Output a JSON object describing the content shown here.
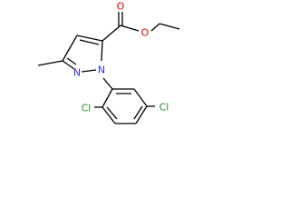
{
  "colors": {
    "bond": "#000000",
    "carbon": "#000000",
    "nitrogen": "#2e2ef0",
    "oxygen": "#e00000",
    "chlorine": "#1f8f1f",
    "background": "#ffffff"
  },
  "atoms": {
    "ester_carbonyl_o": "O",
    "ester_ether_o": "O",
    "pyrazole_n1": "N",
    "pyrazole_n2": "N",
    "chlorine_ortho": "Cl",
    "chlorine_para": "Cl"
  }
}
